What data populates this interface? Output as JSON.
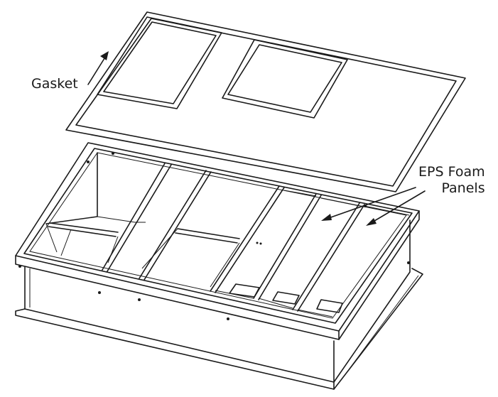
{
  "labels": {
    "gasket": "Gasket",
    "eps_line1": "EPS Foam",
    "eps_line2": "Panels"
  }
}
